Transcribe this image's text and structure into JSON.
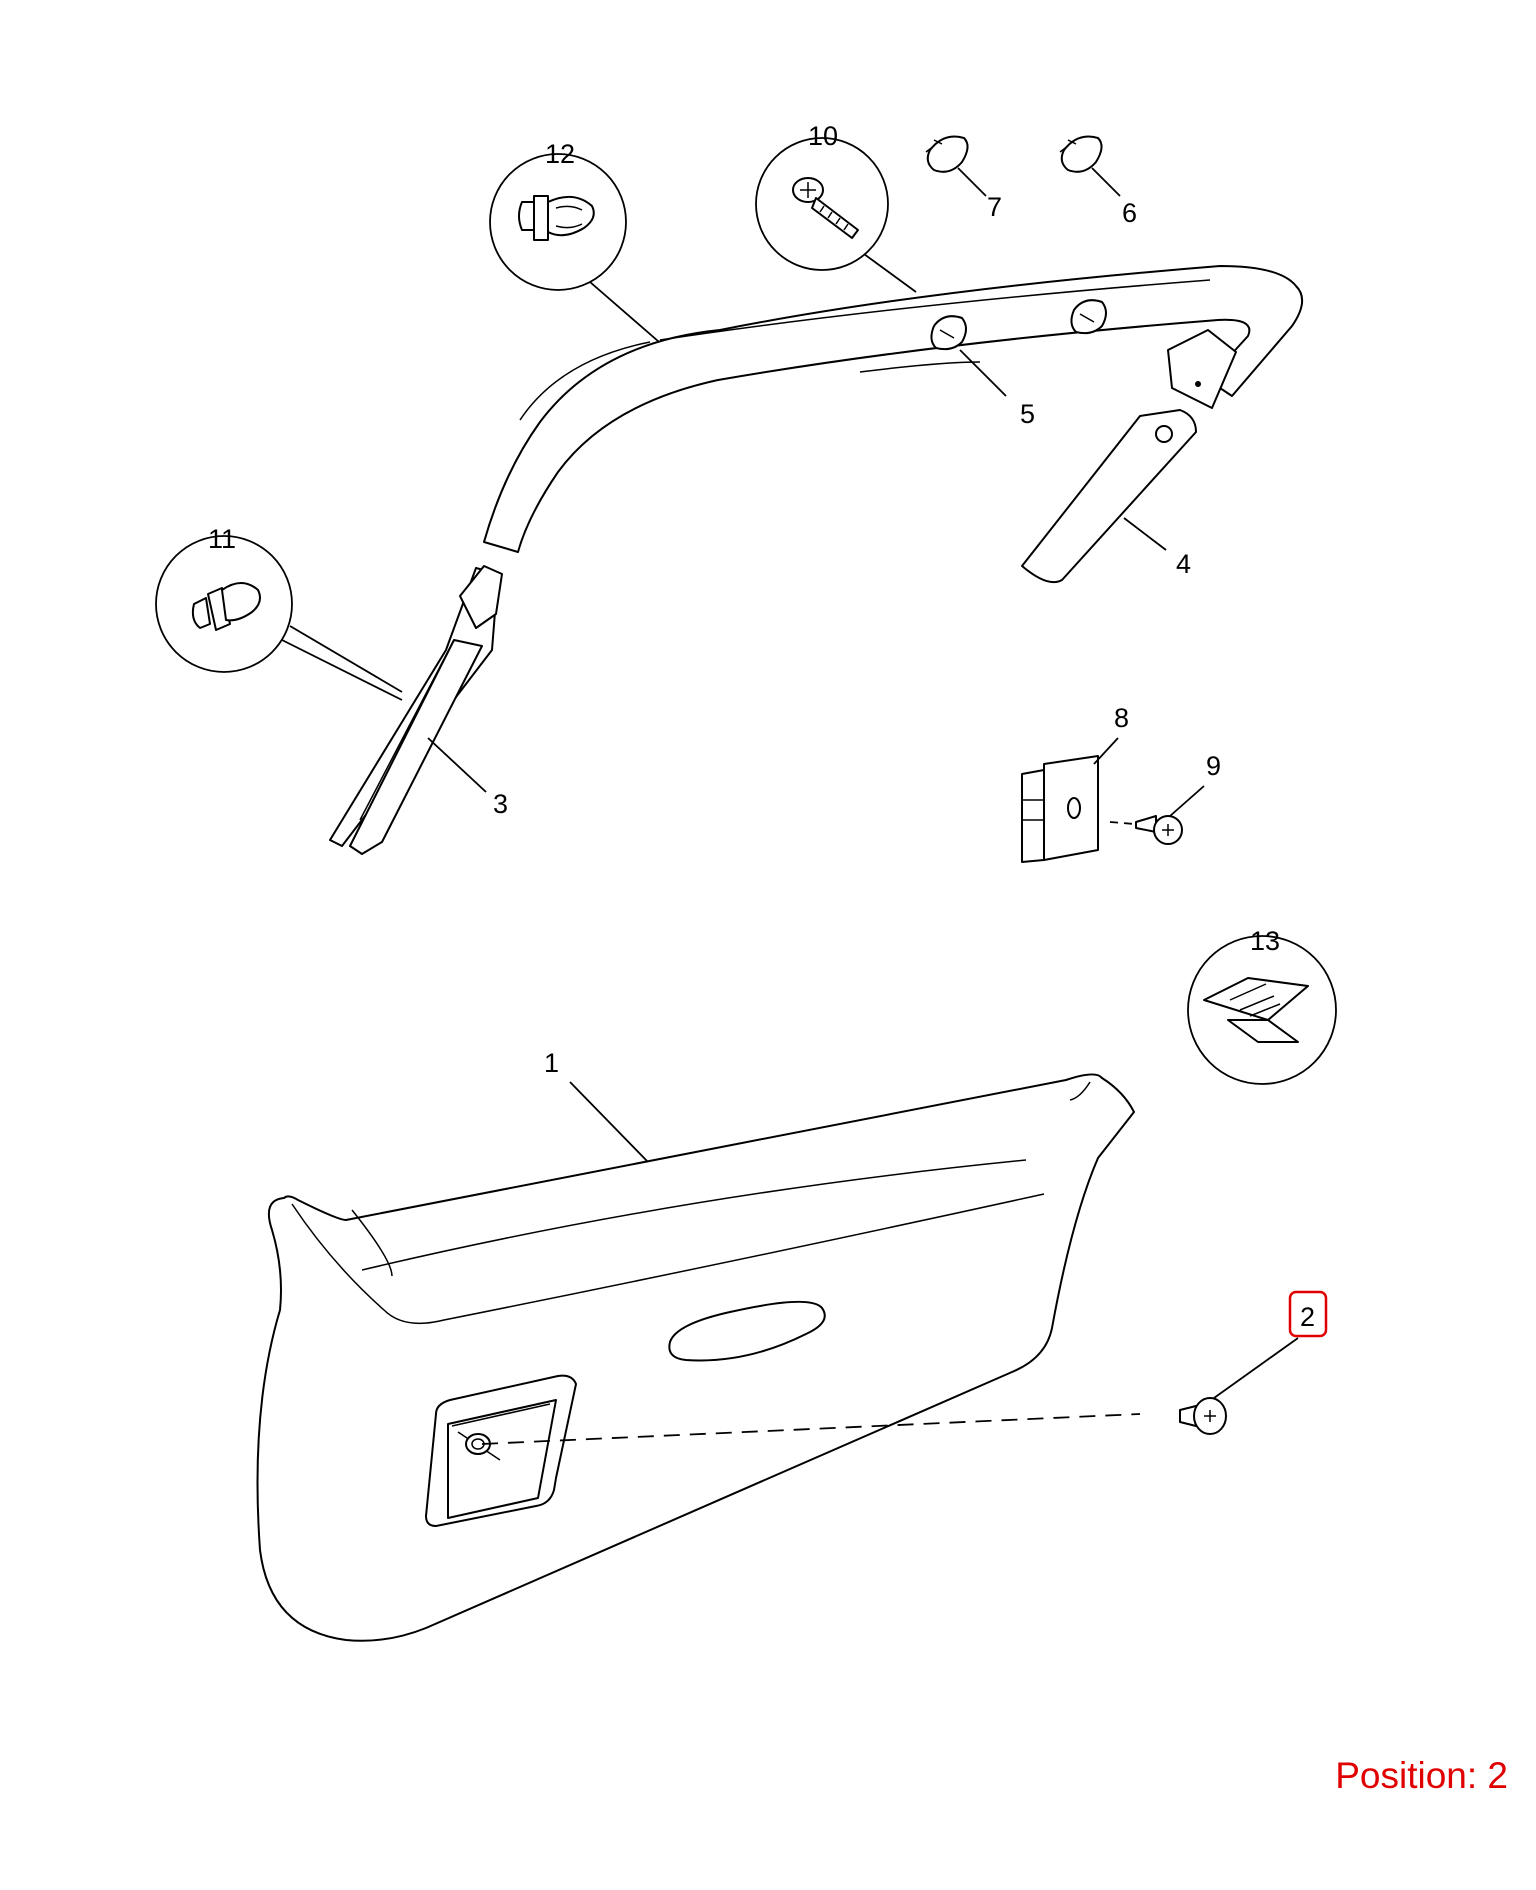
{
  "callouts": {
    "c1": "1",
    "c2": "2",
    "c3": "3",
    "c4": "4",
    "c5": "5",
    "c6": "6",
    "c7": "7",
    "c8": "8",
    "c9": "9",
    "c10": "10",
    "c11": "11",
    "c12": "12",
    "c13": "13"
  },
  "highlighted_callout": "2",
  "highlight_color": "#e00000",
  "caption": {
    "label": "Position:",
    "value": "2"
  }
}
